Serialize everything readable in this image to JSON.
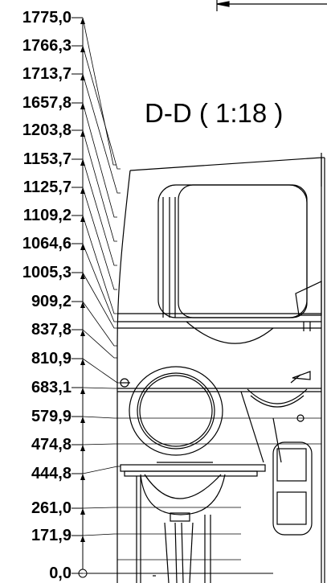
{
  "drawing": {
    "title": "D-D ( 1:18 )",
    "elevation_labels": [
      "1775,0",
      "1766,3",
      "1713,7",
      "1657,8",
      "1203,8",
      "1153,7",
      "1125,7",
      "1109,2",
      "1064,6",
      "1005,3",
      "909,2",
      "837,8",
      "810,9",
      "683,1",
      "579,9",
      "474,8",
      "444,8",
      "261,0",
      "171,9",
      "0,0"
    ]
  }
}
